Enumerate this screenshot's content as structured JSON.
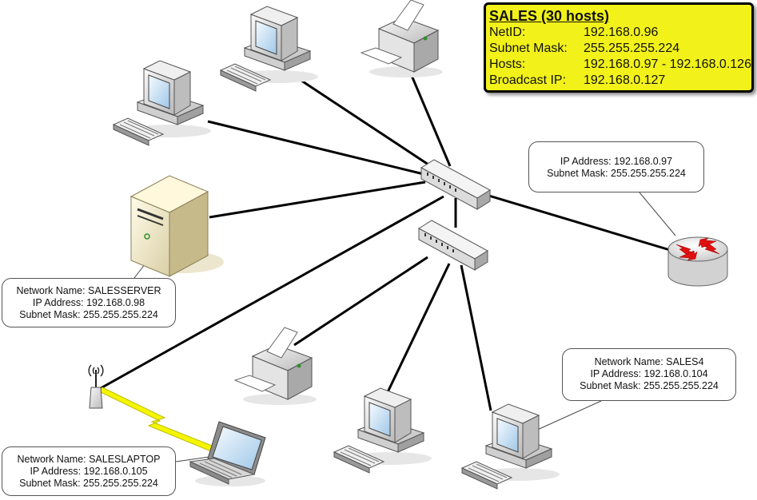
{
  "sales_box": {
    "title": "SALES (30 hosts)",
    "rows": [
      {
        "label": "NetID:",
        "value": "192.168.0.96"
      },
      {
        "label": "Subnet Mask:",
        "value": "255.255.255.224"
      },
      {
        "label": "Hosts:",
        "value": "192.168.0.97 - 192.168.0.126"
      },
      {
        "label": "Broadcast IP:",
        "value": "192.168.0.127"
      }
    ],
    "background": "#f2f21a"
  },
  "router_info": {
    "ip": "IP Address: 192.168.0.97",
    "mask": "Subnet Mask: 255.255.255.224"
  },
  "server_info": {
    "name": "Network Name: SALESSERVER",
    "ip": "IP Address: 192.168.0.98",
    "mask": "Subnet Mask: 255.255.255.224"
  },
  "laptop_info": {
    "name": "Network Name: SALESLAPTOP",
    "ip": "IP Address: 192.168.0.105",
    "mask": "Subnet Mask: 255.255.255.224"
  },
  "sales4_info": {
    "name": "Network Name: SALES4",
    "ip": "IP Address: 192.168.0.104",
    "mask": "Subnet Mask: 255.255.255.224"
  },
  "icons": [
    "workstation-icon",
    "printer-icon",
    "switch-icon",
    "server-icon",
    "router-icon",
    "wireless-access-point-icon",
    "laptop-icon",
    "wireless-link-icon"
  ],
  "colors": {
    "link": "#000000",
    "wireless": "#f5f500",
    "router_arrows": "#e01010"
  }
}
